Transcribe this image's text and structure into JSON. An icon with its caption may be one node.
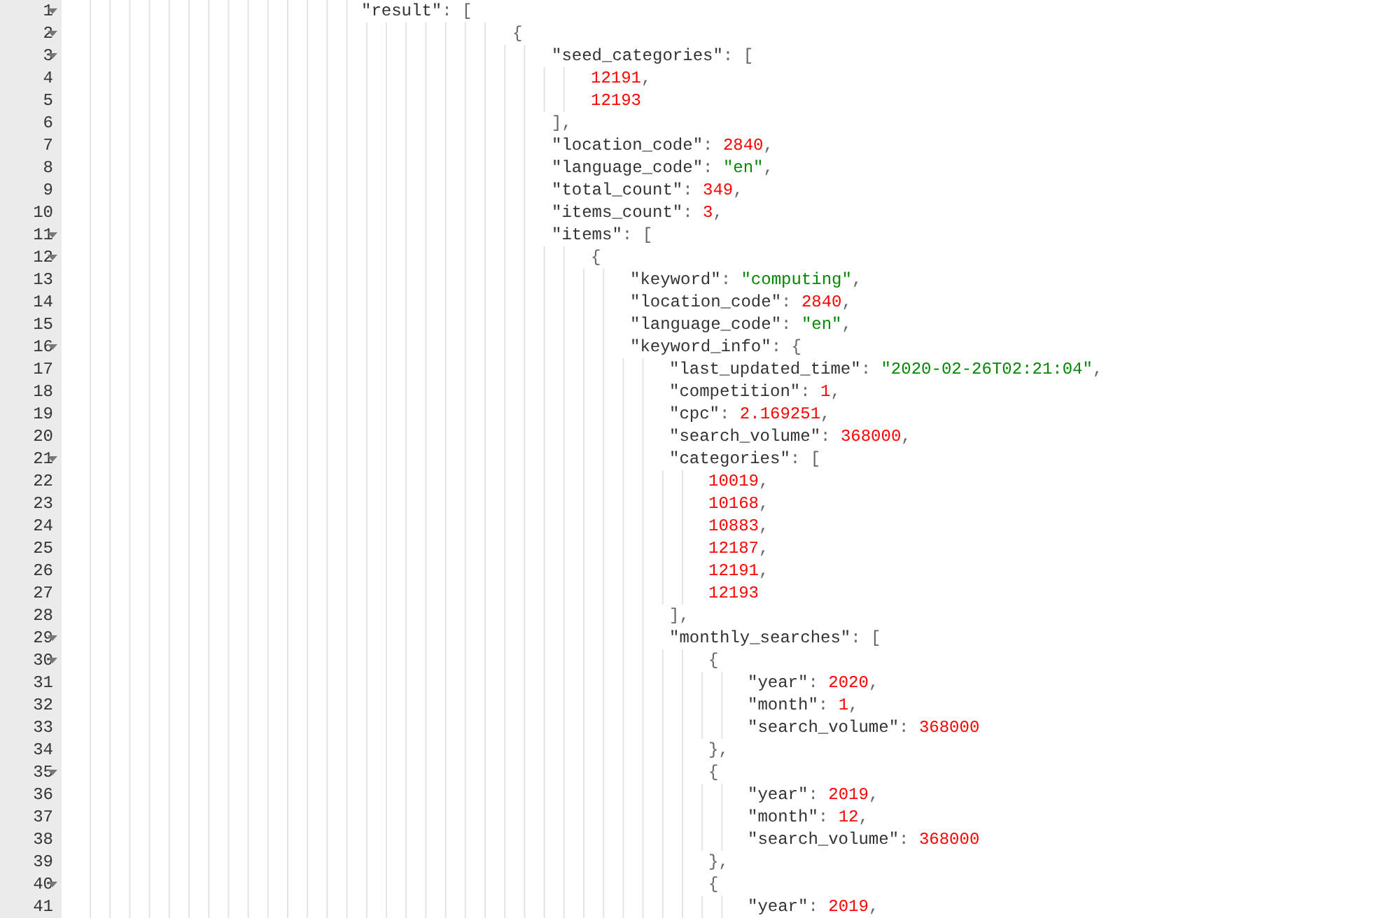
{
  "diagram": {
    "labels": [
      "1",
      "\"result\": [",
      "2",
      "{",
      "3",
      "\"seed_categories\": [",
      "4",
      "12191,",
      "5",
      "12193",
      "6",
      "],",
      "7",
      "\"location_code\": 2840,",
      "8",
      "\"language_code\": \"en\",",
      "9",
      "\"total_count\": 349,",
      "10",
      "\"items_count\": 3,",
      "11",
      "\"items\": [",
      "12",
      "{",
      "13",
      "\"keyword\": \"computing\",",
      "14",
      "\"location_code\": 2840,",
      "15",
      "\"language_code\": \"en\",",
      "16",
      "\"keyword_info\": {",
      "17",
      "\"last_updated_time\": \"2020-02-26T02:21:04\",",
      "18",
      "\"competition\": 1,",
      "19",
      "\"cpc\": 2.169251,",
      "20",
      "\"search_volume\": 368000,",
      "21",
      "\"categories\": [",
      "22",
      "10019,",
      "23",
      "10168,",
      "24",
      "10883,",
      "25",
      "12187,",
      "26",
      "12191,",
      "27",
      "12193",
      "28",
      "],",
      "29",
      "\"monthly_searches\": [",
      "30",
      "{",
      "31",
      "\"year\": 2020,",
      "32",
      "\"month\": 1,",
      "33",
      "\"search_volume\": 368000",
      "34",
      "},",
      "35",
      "{",
      "36",
      "\"year\": 2019,",
      "37",
      "\"month\": 12,",
      "38",
      "\"search_volume\": 368000",
      "39",
      "},",
      "40",
      "{",
      "41",
      "\"year\": 2019,"
    ]
  }
}
